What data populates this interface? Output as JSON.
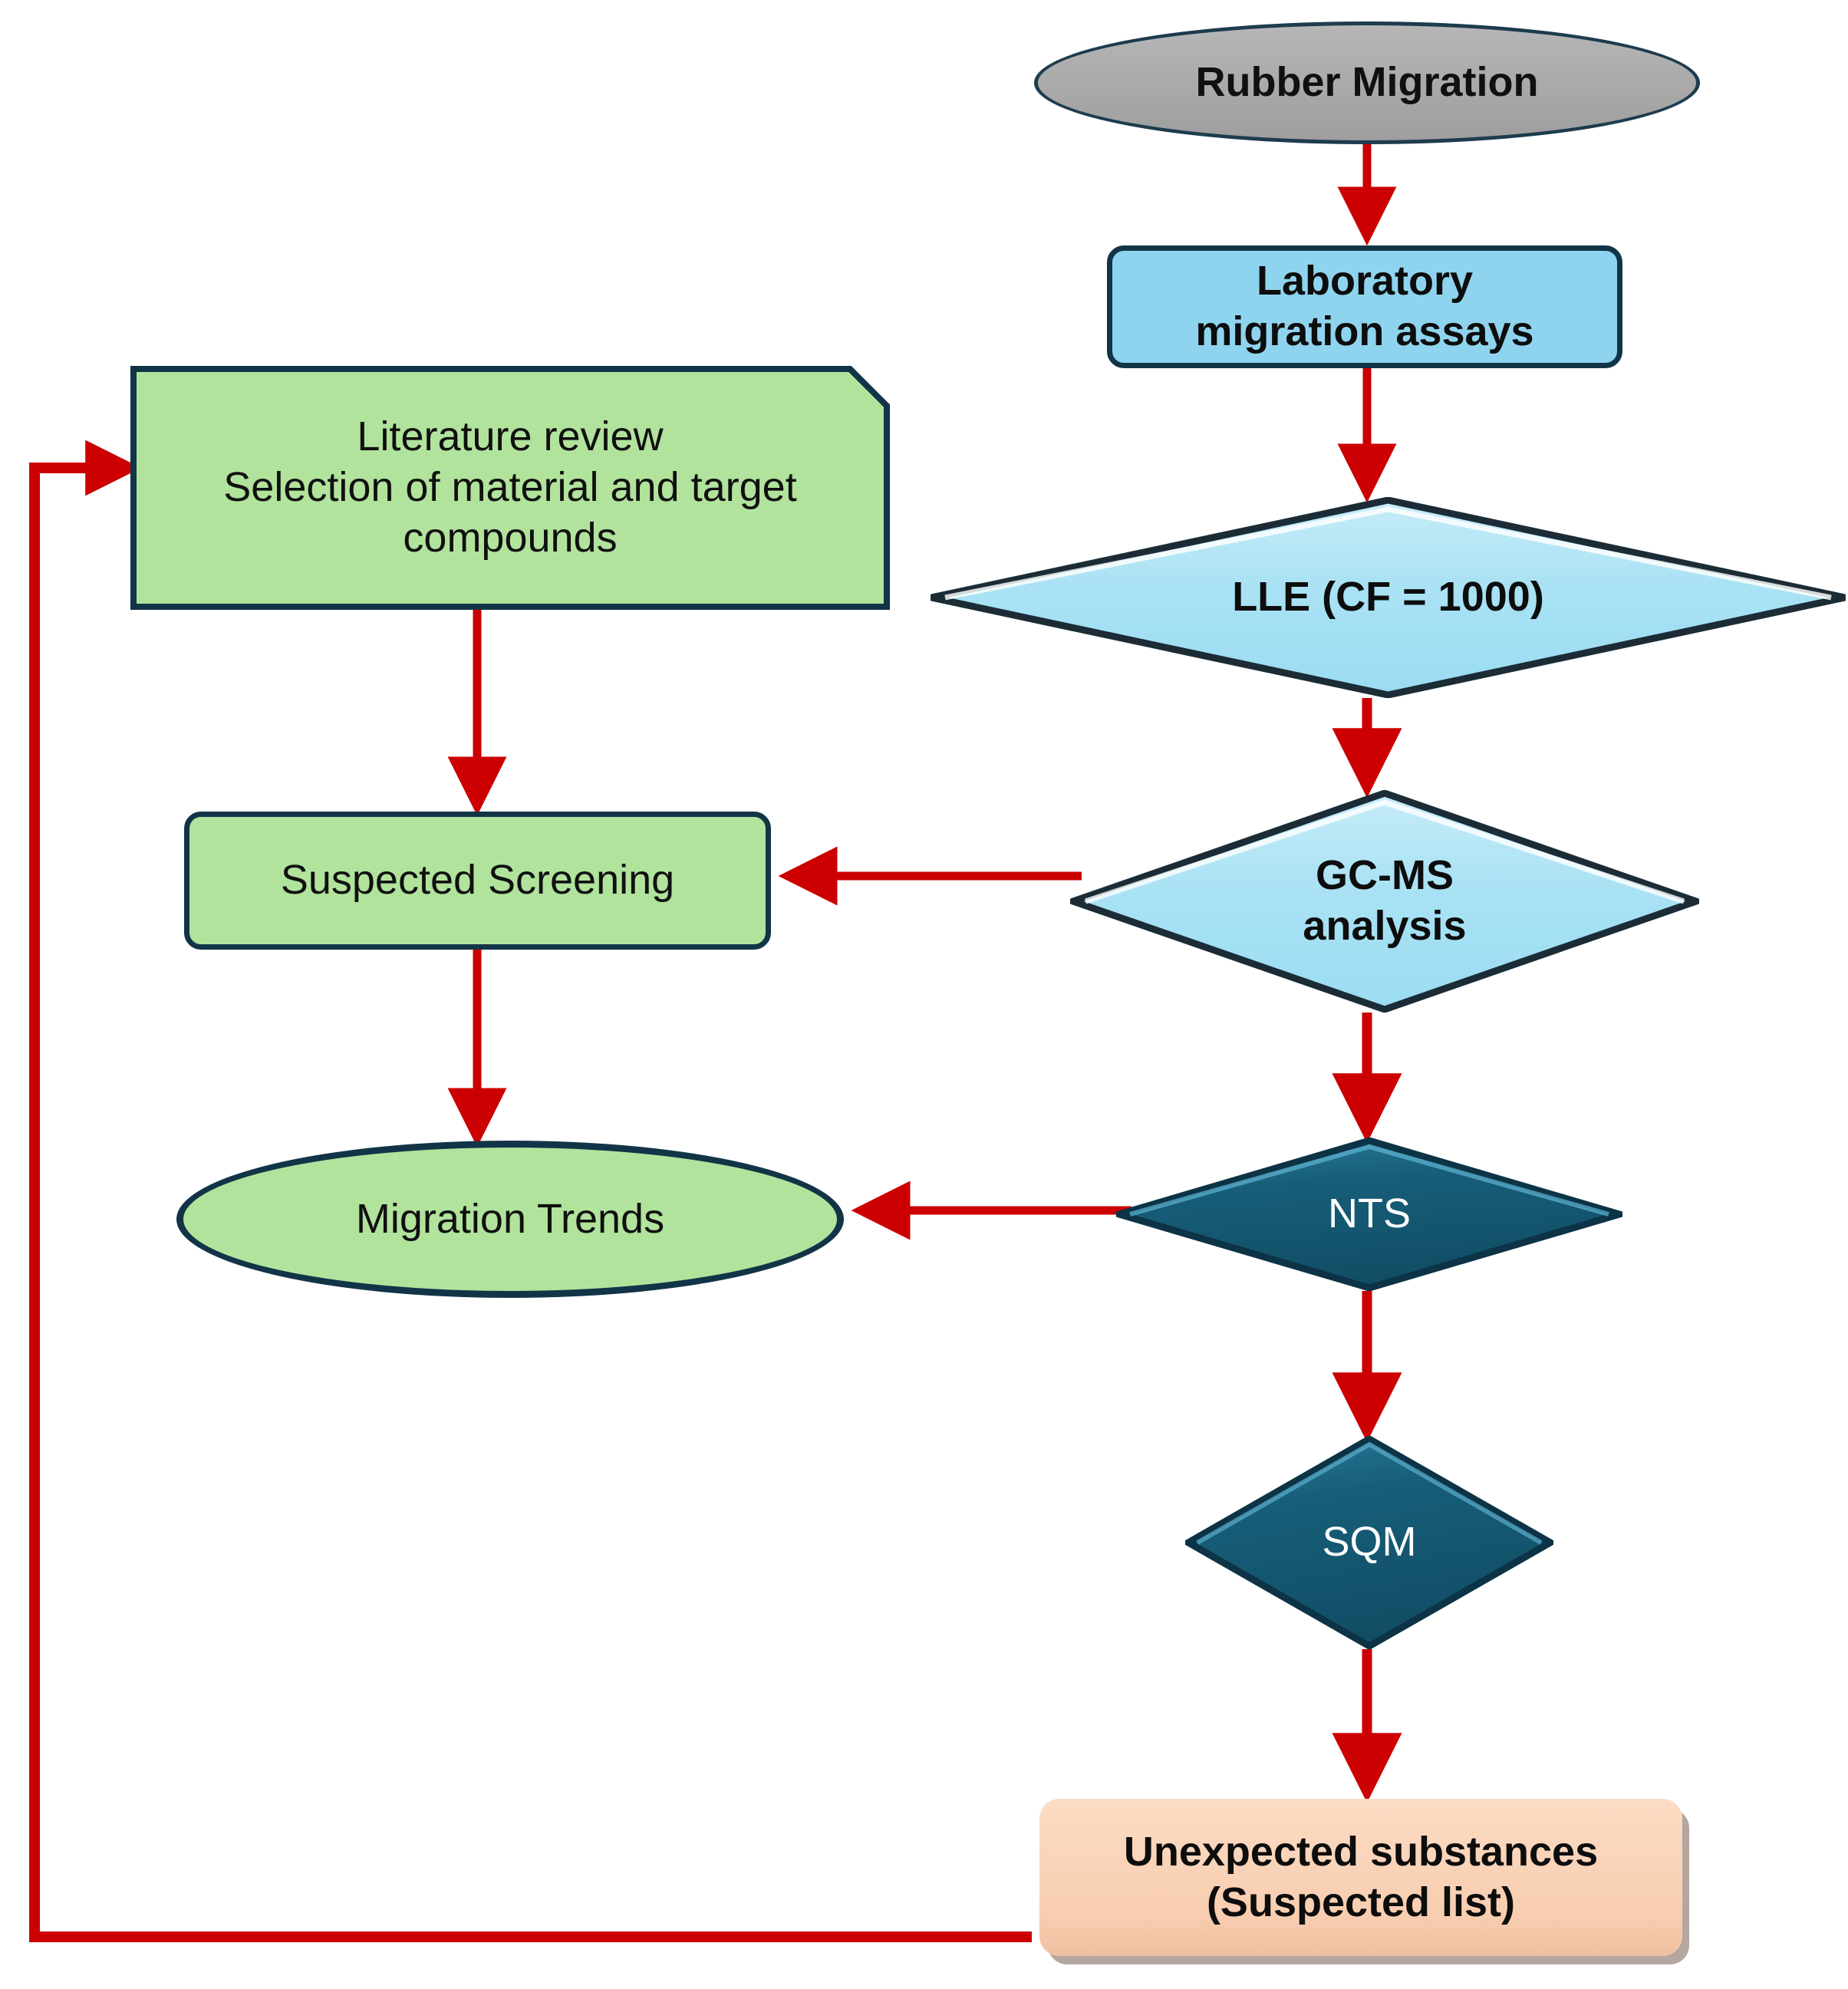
{
  "diagram": {
    "title": "Rubber Migration analytical workflow flowchart",
    "colors": {
      "arrow": "#cc0000",
      "outline_dark": "#123447",
      "grey_fill": "#a9a9a9",
      "light_blue_fill": "#8fd4ee",
      "pale_blue_fill": "#aee4f5",
      "dark_teal_fill": "#145872",
      "green_fill": "#b1e39c",
      "peach_fill": "#f8cdb0"
    },
    "nodes": [
      {
        "id": "rubber-migration",
        "label": "Rubber Migration",
        "shape": "ellipse",
        "fill": "grey"
      },
      {
        "id": "laboratory-assays",
        "label": "Laboratory\nmigration assays",
        "shape": "rounded-rect",
        "fill": "light-blue"
      },
      {
        "id": "lle",
        "label": "LLE  (CF = 1000)",
        "shape": "diamond",
        "fill": "pale-blue"
      },
      {
        "id": "gcms-analysis",
        "label": "GC-MS\nanalysis",
        "shape": "diamond",
        "fill": "pale-blue"
      },
      {
        "id": "nts",
        "label": "NTS",
        "shape": "diamond",
        "fill": "dark-teal"
      },
      {
        "id": "sqm",
        "label": "SQM",
        "shape": "diamond",
        "fill": "dark-teal"
      },
      {
        "id": "unexpected-substances",
        "label": "Unexpected substances\n(Suspected list)",
        "shape": "rounded-rect",
        "fill": "peach"
      },
      {
        "id": "literature-review",
        "label": "Literature review\nSelection of material and target\ncompounds",
        "shape": "cut-corner-rect",
        "fill": "green"
      },
      {
        "id": "suspected-screening",
        "label": "Suspected Screening",
        "shape": "rounded-rect",
        "fill": "green"
      },
      {
        "id": "migration-trends",
        "label": "Migration Trends",
        "shape": "ellipse",
        "fill": "green"
      }
    ],
    "edges": [
      {
        "from": "rubber-migration",
        "to": "laboratory-assays",
        "direction": "down"
      },
      {
        "from": "laboratory-assays",
        "to": "lle",
        "direction": "down"
      },
      {
        "from": "lle",
        "to": "gcms-analysis",
        "direction": "down"
      },
      {
        "from": "gcms-analysis",
        "to": "nts",
        "direction": "down"
      },
      {
        "from": "nts",
        "to": "sqm",
        "direction": "down"
      },
      {
        "from": "sqm",
        "to": "unexpected-substances",
        "direction": "down"
      },
      {
        "from": "gcms-analysis",
        "to": "suspected-screening",
        "direction": "left"
      },
      {
        "from": "nts",
        "to": "migration-trends",
        "direction": "left"
      },
      {
        "from": "literature-review",
        "to": "suspected-screening",
        "direction": "down"
      },
      {
        "from": "suspected-screening",
        "to": "migration-trends",
        "direction": "down"
      },
      {
        "from": "unexpected-substances",
        "to": "literature-review",
        "direction": "feedback-loop"
      }
    ]
  }
}
